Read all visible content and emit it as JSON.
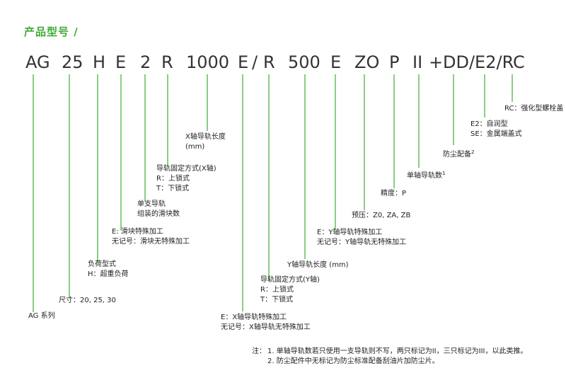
{
  "title": "产品型号 /",
  "code_parts": [
    "AG",
    "25",
    "H",
    "E",
    "2",
    "R",
    "1000",
    "E",
    "/",
    "R",
    "500",
    "E",
    "ZO",
    "P",
    "II",
    "+",
    "DD/E2/RC"
  ],
  "labels": {
    "rc": "RC：强化型螺栓盖",
    "e2": "E2：自润型",
    "se": "SE：金属端盖式",
    "dust": "防尘配备",
    "dust_sup": "2",
    "rails": "单轴导轨数",
    "rails_sup": "1",
    "precision": "精度：P",
    "preload": "预压：Z0, ZA, ZB",
    "y_spec_1": "E：Y轴导轨特殊加工",
    "y_spec_2": "无记号：Y轴导轨无特殊加工",
    "y_len": "Y轴导轨长度 (mm)",
    "y_fix_1": "导轨固定方式(Y轴)",
    "y_fix_2": "R：上锁式",
    "y_fix_3": "T：下锁式",
    "x_spec_1": "E：X轴导轨特殊加工",
    "x_spec_2": "无记号：X轴导轨无特殊加工",
    "x_len_1": "X轴导轨长度",
    "x_len_2": "(mm)",
    "x_fix_1": "导轨固定方式(X轴)",
    "x_fix_2": "R：上锁式",
    "x_fix_3": "T：下锁式",
    "blocks_1": "单支导轨",
    "blocks_2": "组装的滑块数",
    "block_spec_1": "E: 滑块特殊加工",
    "block_spec_2": "无记号：滑块无特殊加工",
    "load_1": "负荷型式",
    "load_2": "H：超重负荷",
    "size": "尺寸：20, 25, 30",
    "series": "AG 系列"
  },
  "notes": {
    "prefix": "注：",
    "note1": "1. 单轴导轨数若只使用一支导轨则不写，两只标记为II，三只标记为III，以此类推。",
    "note2": "2. 防尘配件中无标记为防尘标准配备刮油片加防尘片。"
  },
  "colors": {
    "accent": "#3faa35",
    "text": "#222222"
  }
}
